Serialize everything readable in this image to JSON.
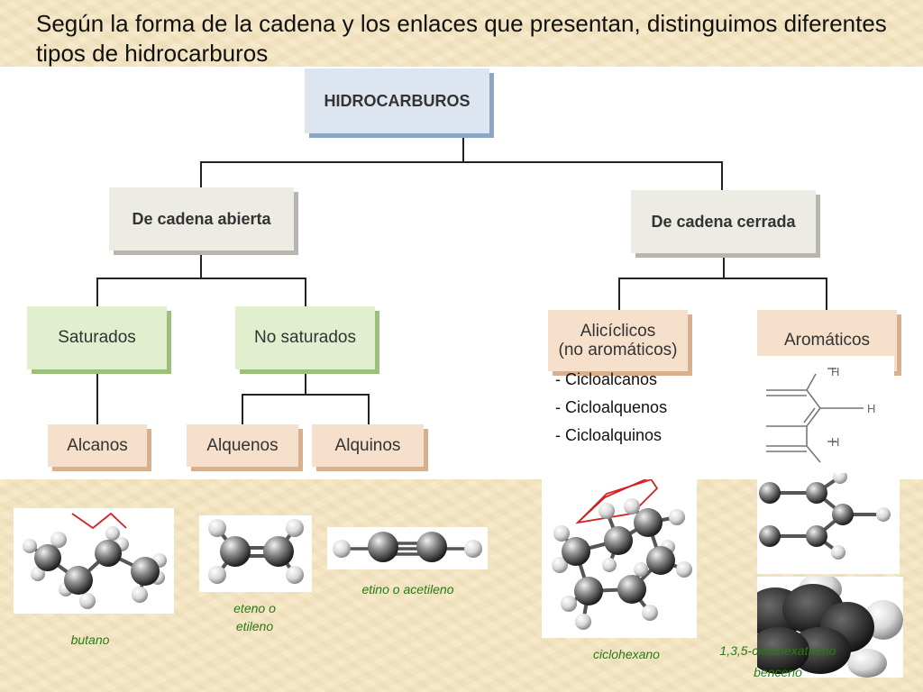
{
  "slide": {
    "title": "Según la forma de la cadena y los enlaces que presentan, distinguimos diferentes tipos de hidrocarburos"
  },
  "tree": {
    "root": "HIDROCARBUROS",
    "open_chain": "De cadena abierta",
    "closed_chain": "De cadena cerrada",
    "saturated": "Saturados",
    "unsaturated": "No saturados",
    "alicyclic_line1": "Alicíclicos",
    "alicyclic_line2": "(no aromáticos)",
    "aromatic": "Aromáticos",
    "alkanes": "Alcanos",
    "alkenes": "Alquenos",
    "alkynes": "Alquinos"
  },
  "alicyclic_list": [
    "- Cicloalcanos",
    "- Cicloalquenos",
    "- Cicloalquinos"
  ],
  "molecules": {
    "butane": "butano",
    "ethene_line1": "eteno o",
    "ethene_line2": "etileno",
    "ethyne": "etino o acetileno",
    "cyclohexane": "ciclohexano",
    "benzene_line1": "1,3,5-ciclohexatrieno",
    "benzene_line2": "benceno",
    "hydrogen_symbol": "H"
  },
  "colors": {
    "root_fill": "#dde6f0",
    "root_shadow": "#8ea6c4",
    "level1_fill": "#ecebe4",
    "level1_shadow": "#b7b5ad",
    "green_fill": "#e1efcf",
    "green_shadow": "#9cc07a",
    "pink_fill": "#f6e0cc",
    "pink_shadow": "#d7b090",
    "caption_green": "#2a7a14",
    "zigzag_red": "#d42020"
  }
}
